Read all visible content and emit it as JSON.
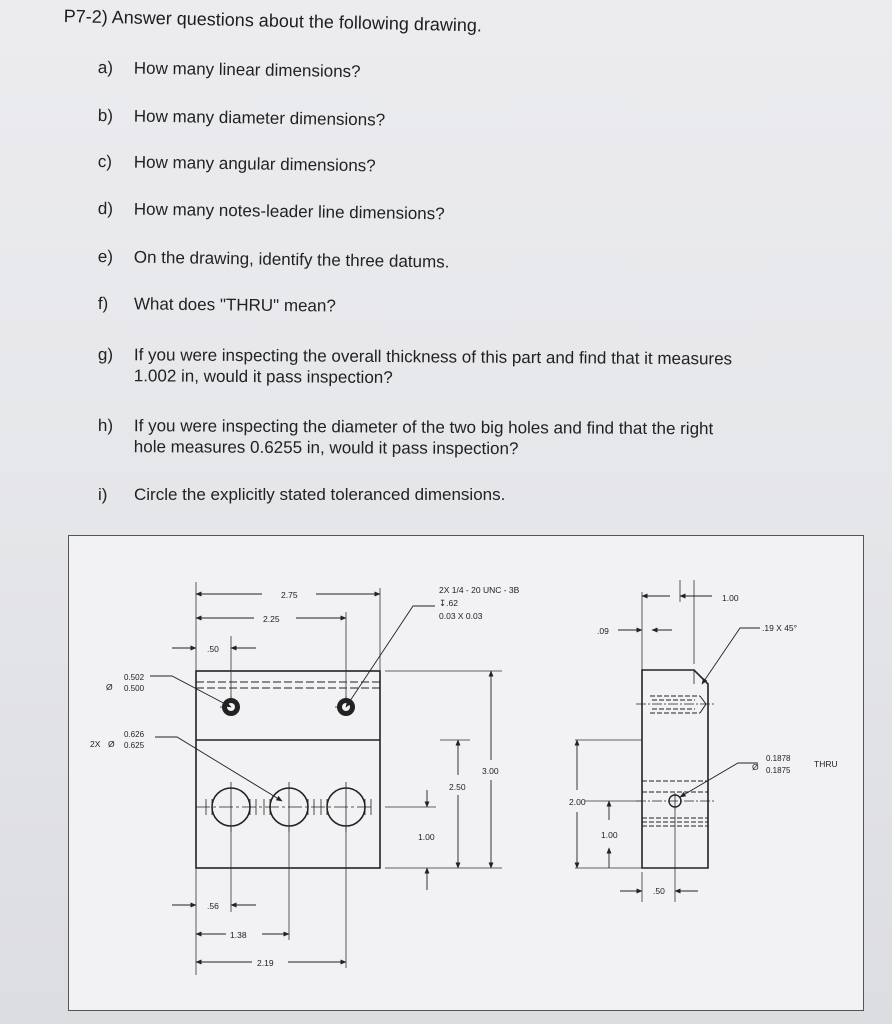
{
  "header": {
    "title": "P7-2) Answer questions about the following drawing."
  },
  "questions": [
    {
      "letter": "a)",
      "text": "How many linear dimensions?"
    },
    {
      "letter": "b)",
      "text": "How many diameter dimensions?"
    },
    {
      "letter": "c)",
      "text": "How many angular dimensions?"
    },
    {
      "letter": "d)",
      "text": "How many notes-leader line dimensions?"
    },
    {
      "letter": "e)",
      "text": "On the drawing, identify the three datums."
    },
    {
      "letter": "f)",
      "text": "What does \"THRU\" mean?"
    },
    {
      "letter": "g)",
      "text": "If you were inspecting the overall thickness of this part and find that it measures",
      "text2": "1.002 in, would it pass inspection?"
    },
    {
      "letter": "h)",
      "text": "If you were inspecting the diameter of the two big holes and find that the right",
      "text2": "hole measures 0.6255 in, would it pass inspection?"
    },
    {
      "letter": "i)",
      "text": "Circle the explicitly stated toleranced dimensions."
    }
  ],
  "drawing": {
    "dims": {
      "d275": "2.75",
      "d225": "2.25",
      "d50a": ".50",
      "hole_small_upper": "0.502",
      "hole_small_lower": "0.500",
      "hole_big_prefix": "2X",
      "hole_big_upper": "0.626",
      "hole_big_lower": "0.625",
      "thread_1": "2X 1/4 - 20 UNC - 3B",
      "thread_2": "↧.62",
      "thread_3": "0.03 X 0.03",
      "d300": "3.00",
      "d250": "2.50",
      "d100a": "1.00",
      "d56": ".56",
      "d138": "1.38",
      "d219": "2.19",
      "d100top": "1.00",
      "d09": ".09",
      "chamfer": ".19 X 45°",
      "thru_upper": "0.1878",
      "thru_lower": "0.1875",
      "thru": "THRU",
      "d200": "2.00",
      "d100b": "1.00",
      "d50b": ".50"
    },
    "symbols": {
      "diameter": "Ø"
    }
  }
}
